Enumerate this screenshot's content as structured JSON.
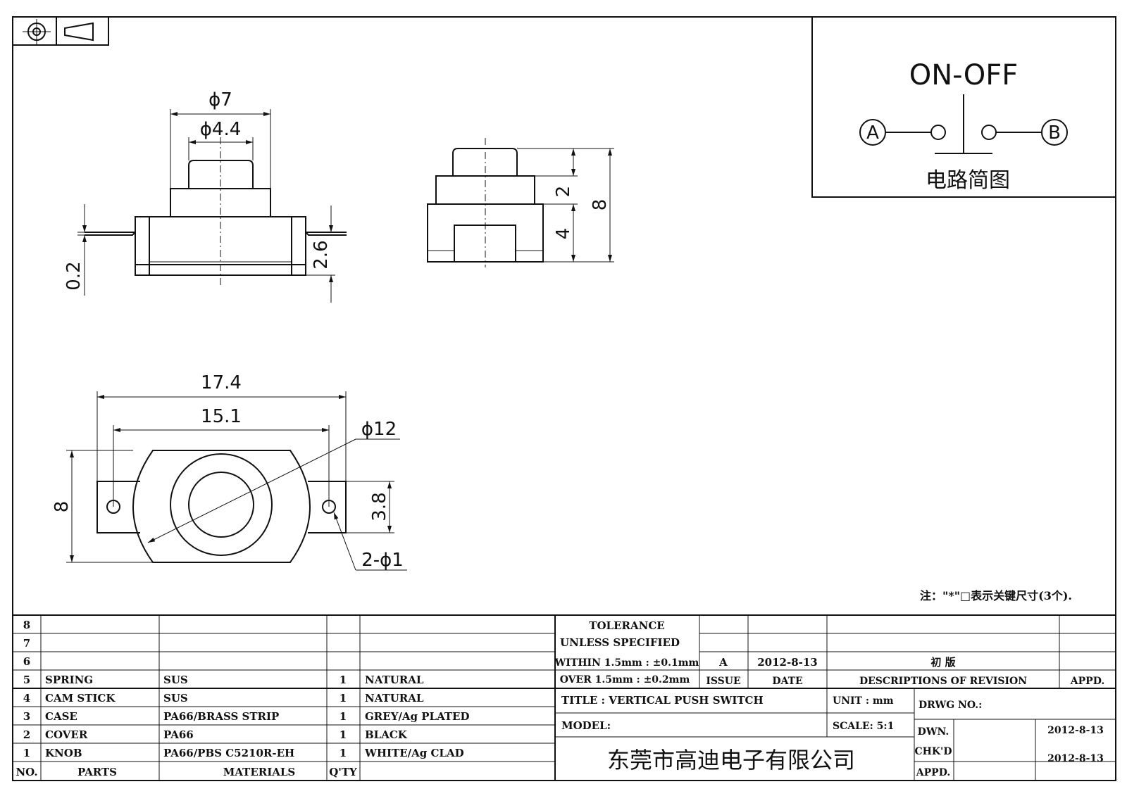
{
  "schematic": {
    "title": "ON-OFF",
    "terminal_a": "A",
    "terminal_b": "B",
    "caption": "电路简图"
  },
  "dimensions": {
    "front_outer_dia": "ϕ7",
    "front_inner_dia": "ϕ4.4",
    "front_pin_thickness": "0.2",
    "front_pin_height": "2.6",
    "side_upper": "2",
    "side_lower": "4",
    "side_total": "8",
    "top_length": "17.4",
    "top_hole_pitch": "15.1",
    "top_circle_dia": "ϕ12",
    "top_height": "8",
    "top_tab_width": "3.8",
    "top_holes": "2-ϕ1"
  },
  "note": "注：\"*\"□表示关键尺寸(3个).",
  "bom": {
    "rows": [
      {
        "no": "8",
        "part": "",
        "material": "",
        "qty": "",
        "finish": ""
      },
      {
        "no": "7",
        "part": "",
        "material": "",
        "qty": "",
        "finish": ""
      },
      {
        "no": "6",
        "part": "",
        "material": "",
        "qty": "",
        "finish": ""
      },
      {
        "no": "5",
        "part": "SPRING",
        "material": "SUS",
        "qty": "1",
        "finish": "NATURAL"
      },
      {
        "no": "4",
        "part": "CAM STICK",
        "material": "SUS",
        "qty": "1",
        "finish": "NATURAL"
      },
      {
        "no": "3",
        "part": "CASE",
        "material": "PA66/BRASS STRIP",
        "qty": "1",
        "finish": "GREY/Ag PLATED"
      },
      {
        "no": "2",
        "part": "COVER",
        "material": "PA66",
        "qty": "1",
        "finish": "BLACK"
      },
      {
        "no": "1",
        "part": "KNOB",
        "material": "PA66/PBS C5210R-EH",
        "qty": "1",
        "finish": "WHITE/Ag CLAD"
      }
    ],
    "header": {
      "no": "NO.",
      "parts": "PARTS",
      "materials": "MATERIALS",
      "qty": "Q'TY"
    }
  },
  "title_block": {
    "tolerance_1": "TOLERANCE",
    "tolerance_2": "UNLESS SPECIFIED",
    "tolerance_3": "WITHIN 1.5mm : ±0.1mm",
    "tolerance_4": "OVER 1.5mm : ±0.2mm",
    "rev_issue": "A",
    "rev_date": "2012-8-13",
    "rev_desc": "初 版",
    "issue_label": "ISSUE",
    "date_label": "DATE",
    "desc_label": "DESCRIPTIONS OF REVISION",
    "appd_label": "APPD.",
    "title": "TITLE :  VERTICAL PUSH SWITCH",
    "unit": "UNIT :   mm",
    "drwg_no": "DRWG NO.:",
    "model": "MODEL:",
    "scale": "SCALE:   5:1",
    "dwn_label": "DWN.",
    "dwn_date": "2012-8-13",
    "chkd_label": "CHK'D",
    "chkd_date": "2012-8-13",
    "appd2_label": "APPD.",
    "company": "东莞市高迪电子有限公司"
  }
}
